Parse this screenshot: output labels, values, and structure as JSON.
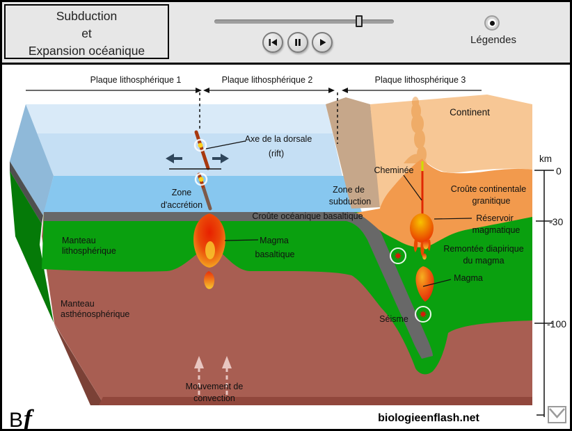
{
  "header": {
    "title_lines": [
      "Subduction",
      "et",
      "Expansion océanique"
    ],
    "legend_label": "Légendes",
    "slider_value_percent": 80
  },
  "icons": {
    "rewind": "skip-to-start-icon",
    "pause": "pause-icon",
    "play": "play-icon",
    "legend": "radio-dot-icon",
    "mail": "envelope-icon"
  },
  "diagram": {
    "plates": {
      "p1": "Plaque lithosphérique 1",
      "p2": "Plaque lithosphérique 2",
      "p3": "Plaque lithosphérique 3"
    },
    "labels": {
      "continent": "Continent",
      "axe1": "Axe de la dorsale",
      "axe2": "(rift)",
      "cheminee": "Cheminée",
      "crust_cont1": "Croûte continentale",
      "crust_cont2": "granitique",
      "accretion1": "Zone",
      "accretion2": "d'accrétion",
      "subduction1": "Zone de",
      "subduction2": "subduction",
      "oceanic_crust": "Croûte océanique basaltique",
      "reservoir1": "Réservoir",
      "reservoir2": "magmatique",
      "mantle_lith1": "Manteau",
      "mantle_lith2": "lithosphérique",
      "magma_bas1": "Magma",
      "magma_bas2": "basaltique",
      "remontee1": "Remontée diapirique",
      "remontee2": "du magma",
      "magma_deep": "Magma",
      "seisme": "Séisme",
      "mantle_asth1": "Manteau",
      "mantle_asth2": "asthénosphérique",
      "convection1": "Mouvement de",
      "convection2": "convection"
    },
    "scale": {
      "unit": "km",
      "t0": "0",
      "t30": "-30",
      "t100": "-100"
    },
    "colors": {
      "ocean_surface": "#d9eaf8",
      "ocean_surface_near": "#c5dff4",
      "ocean_front": "#87c7ef",
      "continent_top": "#f7c795",
      "continent_front": "#f29a4d",
      "continental_slope": "#c6a78a",
      "oceanic_crust": "#686868",
      "mantle_lithospheric": "#0aa00f",
      "mantle_asthenospheric": "#a85e52",
      "magma_red": "#e22500",
      "magma_yellow": "#f8c62e",
      "dike_red": "#a8380e"
    }
  },
  "footer": {
    "logo_b": "B",
    "logo_f": "f",
    "site": "biologieenflash.net"
  }
}
